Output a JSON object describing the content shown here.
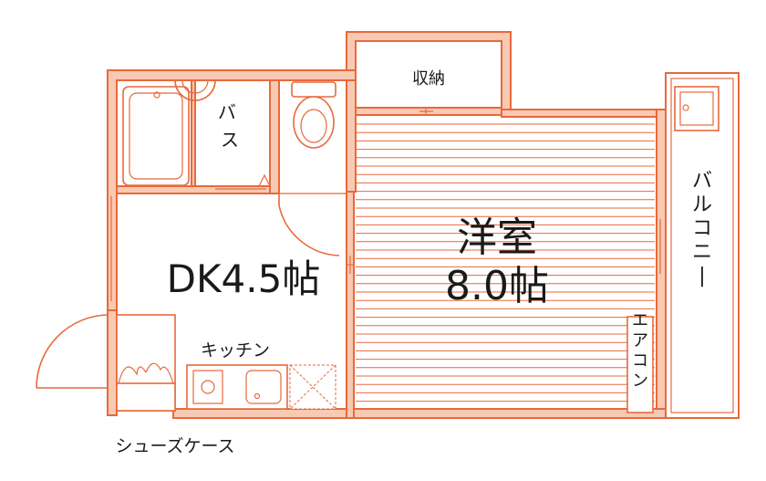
{
  "rooms": {
    "storage": "収納",
    "bath": "バス",
    "dk_name": "DK4.5帖",
    "western_name": "洋室",
    "western_size": "8.0帖",
    "balcony": "バルコニー",
    "kitchen": "キッチン",
    "aircon": "エアコン",
    "shoe_case": "シューズケース"
  },
  "colors": {
    "wall_fill": "#f8c9b3",
    "line": "#e8693c",
    "text": "#1a1a1a"
  }
}
